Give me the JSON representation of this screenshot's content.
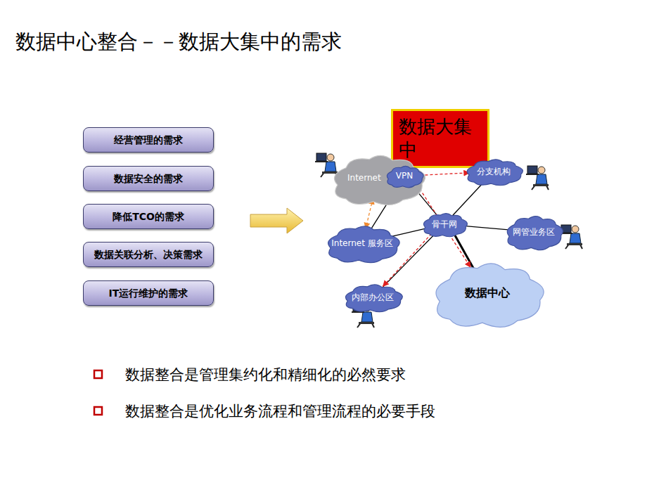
{
  "diagram": {
    "title": "数据中心整合－－数据大集中的需求",
    "nodes": [
      {
        "text": [
          "经营管理的需求"
        ]
      },
      {
        "text": [
          "数据安全的需求"
        ]
      },
      {
        "text": [
          "降低TCO的需求"
        ]
      },
      {
        "text": [
          "数据关联分析、决策需求"
        ]
      },
      {
        "text": [
          "IT运行维护的需求"
        ]
      },
      {
        "text": [
          "数据大集中"
        ]
      },
      {
        "text": [
          "Internet"
        ]
      },
      {
        "text": [
          "VPN"
        ]
      },
      {
        "text": [
          "分支机构"
        ]
      },
      {
        "text": [
          "Internet 服务区"
        ]
      },
      {
        "text": [
          "骨干网"
        ]
      },
      {
        "text": [
          "网管业务区"
        ]
      },
      {
        "text": [
          "内部办公区"
        ]
      },
      {
        "text": [
          "数据中心"
        ]
      }
    ],
    "edges": [
      {
        "from": 7,
        "to": 9,
        "arrow": "none"
      },
      {
        "from": 7,
        "to": 10,
        "arrow": "none"
      },
      {
        "from": 8,
        "to": 10,
        "arrow": "none"
      },
      {
        "from": 10,
        "to": 9,
        "arrow": "none"
      },
      {
        "from": 10,
        "to": 11,
        "arrow": "none"
      },
      {
        "from": 10,
        "to": 12,
        "arrow": "none"
      },
      {
        "from": 10,
        "to": 13,
        "arrow": "none"
      },
      {
        "from": 7,
        "to": 8,
        "arrow": "to"
      },
      {
        "from": 7,
        "to": 13,
        "arrow": "to"
      },
      {
        "from": 10,
        "to": 12,
        "arrow": "to"
      },
      {
        "from": 6,
        "to": 9,
        "arrow": "both"
      }
    ],
    "labels": [
      "数据整合是管理集约化和精细化的必然要求",
      "数据整合是优化业务流程和管理流程的必要手段"
    ]
  }
}
